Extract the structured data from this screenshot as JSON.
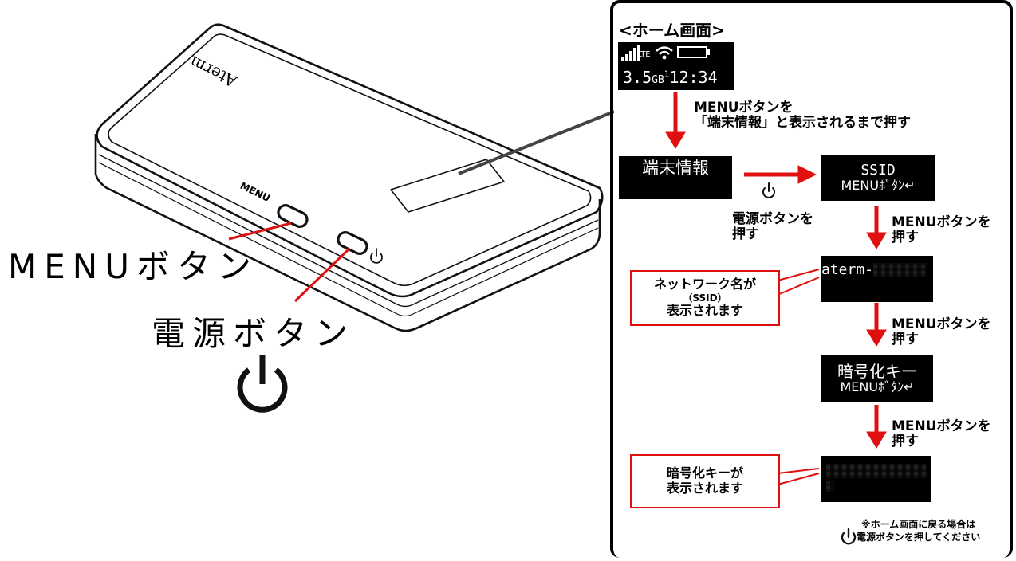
{
  "left": {
    "device_brand": "Aterm",
    "device_menu_text": "MENU",
    "menu_button_label": "MENUボタン",
    "power_button_label": "電源ボタン"
  },
  "panel": {
    "home_title": "<ホーム画面>",
    "home_status": {
      "lte": "LTE",
      "data": "3.5",
      "unit": "GB",
      "sup": "1",
      "time": "12:34"
    },
    "instruction_1": [
      "MENUボタンを",
      "「端末情報」と表示されるまで押す"
    ],
    "screen_terminal_info": "端末情報",
    "screen_ssid": [
      "SSID",
      "MENUﾎﾞﾀﾝ↵"
    ],
    "power_push": [
      "電源ボタンを",
      "押す"
    ],
    "menu_push": [
      "MENUボタンを",
      "押す"
    ],
    "screen_ssid_value": "aterm-",
    "note_network": [
      "ネットワーク名が",
      "（SSID）",
      "表示されます"
    ],
    "screen_key": [
      "暗号化キー",
      "MENUﾎﾞﾀﾝ↵"
    ],
    "note_key": [
      "暗号化キーが",
      "表示されます"
    ],
    "footer": [
      "※ホーム画面に戻る場合は",
      "電源ボタンを押してください"
    ]
  },
  "colors": {
    "accent": "#e01010",
    "ink": "#000000"
  }
}
